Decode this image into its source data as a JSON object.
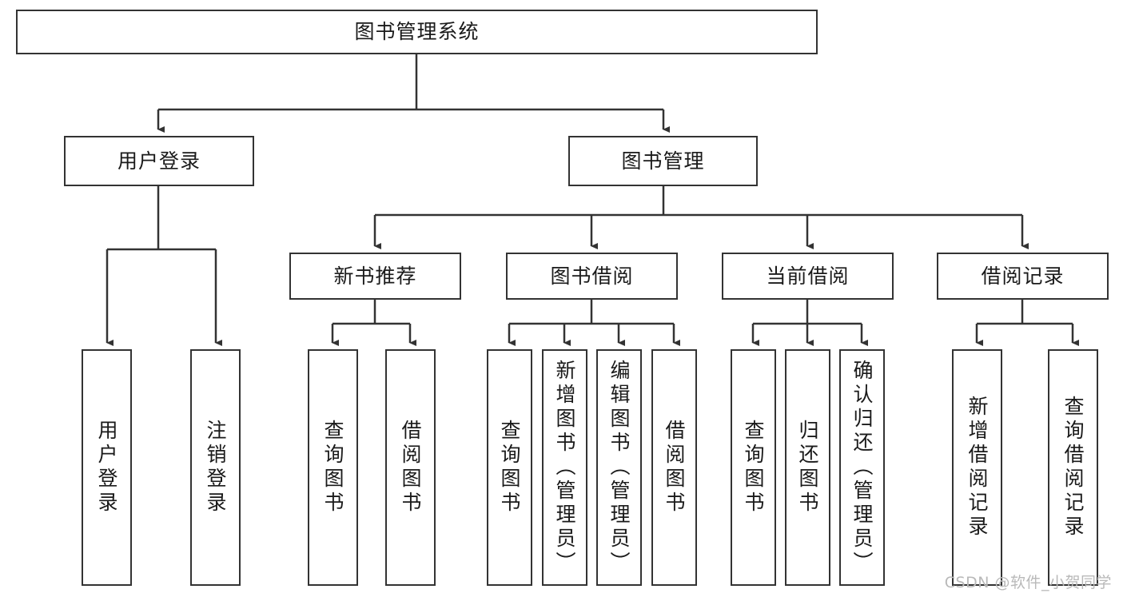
{
  "diagram": {
    "title": "图书管理系统",
    "type": "tree-hierarchy-chart",
    "root": {
      "label": "图书管理系统"
    },
    "level2": [
      {
        "label": "用户登录"
      },
      {
        "label": "图书管理"
      }
    ],
    "level3": [
      {
        "label": "新书推荐"
      },
      {
        "label": "图书借阅"
      },
      {
        "label": "当前借阅"
      },
      {
        "label": "借阅记录"
      }
    ],
    "leaves": {
      "user_login": [
        {
          "label": "用户登录"
        },
        {
          "label": "注销登录"
        }
      ],
      "new_book_recommend": [
        {
          "label": "查询图书"
        },
        {
          "label": "借阅图书"
        }
      ],
      "book_borrow": [
        {
          "label": "查询图书"
        },
        {
          "label": "新增图书（管理员）"
        },
        {
          "label": "编辑图书（管理员）"
        },
        {
          "label": "借阅图书"
        }
      ],
      "current_borrow": [
        {
          "label": "查询图书"
        },
        {
          "label": "归还图书"
        },
        {
          "label": "确认归还（管理员）"
        }
      ],
      "borrow_record": [
        {
          "label": "新增借阅记录"
        },
        {
          "label": "查询借阅记录"
        }
      ]
    },
    "watermark": "CSDN @软件_小贺同学",
    "colors": {
      "stroke": "#333333",
      "fill": "#ffffff",
      "text": "#1a1a1a",
      "watermark": "#b9b9b9"
    }
  }
}
